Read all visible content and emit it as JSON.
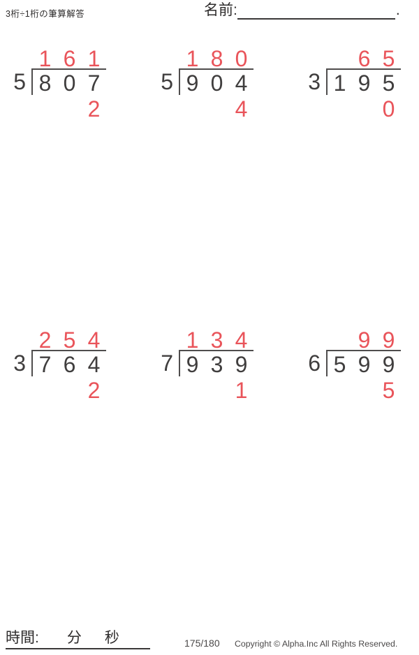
{
  "header": {
    "title": "3桁÷1桁の筆算解答",
    "name_label": "名前:",
    "name_line_suffix": "."
  },
  "problems": [
    {
      "divisor": "5",
      "dividend": [
        "8",
        "0",
        "7"
      ],
      "quotient": [
        "1",
        "6",
        "1"
      ],
      "remainder": "2"
    },
    {
      "divisor": "5",
      "dividend": [
        "9",
        "0",
        "4"
      ],
      "quotient": [
        "1",
        "8",
        "0"
      ],
      "remainder": "4"
    },
    {
      "divisor": "3",
      "dividend": [
        "1",
        "9",
        "5"
      ],
      "quotient": [
        "",
        "6",
        "5"
      ],
      "remainder": "0"
    },
    {
      "divisor": "3",
      "dividend": [
        "7",
        "6",
        "4"
      ],
      "quotient": [
        "2",
        "5",
        "4"
      ],
      "remainder": "2"
    },
    {
      "divisor": "7",
      "dividend": [
        "9",
        "3",
        "9"
      ],
      "quotient": [
        "1",
        "3",
        "4"
      ],
      "remainder": "1"
    },
    {
      "divisor": "6",
      "dividend": [
        "5",
        "9",
        "9"
      ],
      "quotient": [
        "",
        "9",
        "9"
      ],
      "remainder": "5"
    }
  ],
  "footer": {
    "time_label": "時間:",
    "minutes_label": "分",
    "seconds_label": "秒",
    "page_indicator": "175/180",
    "copyright": "Copyright © Alpha.Inc All Rights Reserved."
  },
  "colors": {
    "answer_red": "#e9545a",
    "ink": "#403e3e",
    "line": "#4f4d4d"
  }
}
